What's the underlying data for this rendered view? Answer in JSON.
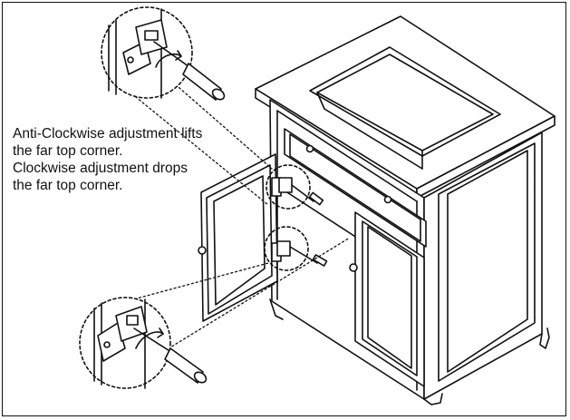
{
  "instructions": {
    "line1": "Anti-Clockwise adjustment lifts",
    "line2": "the far top corner.",
    "line3": "Clockwise adjustment drops",
    "line4": "the far top corner."
  },
  "colors": {
    "ink": "#111111",
    "paper": "#ffffff"
  },
  "icons": [
    "screwdriver-icon",
    "hinge-icon",
    "adjust-arrow-icon"
  ]
}
